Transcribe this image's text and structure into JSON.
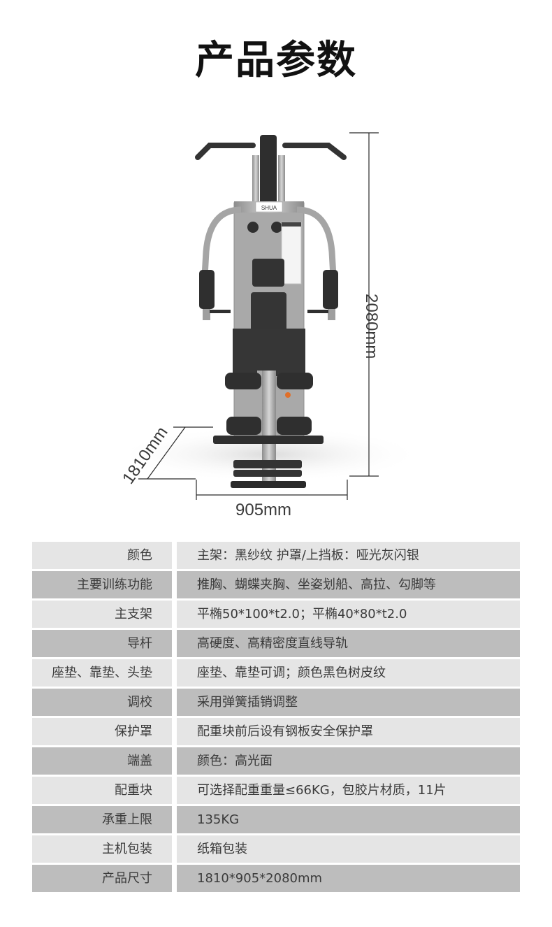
{
  "page": {
    "title": "产品参数"
  },
  "product_image": {
    "brand_logo": "SHUA",
    "dimensions": {
      "width": "905mm",
      "height": "2080mm",
      "depth": "1810mm"
    }
  },
  "specs": [
    {
      "label": "颜色",
      "value": "主架：黑纱纹  护罩/上挡板：哑光灰闪银",
      "shade": "light"
    },
    {
      "label": "主要训练功能",
      "value": "推胸、蝴蝶夹胸、坐姿划船、高拉、勾脚等",
      "shade": "dark"
    },
    {
      "label": "主支架",
      "value": "平椭50*100*t2.0；平椭40*80*t2.0",
      "shade": "light"
    },
    {
      "label": "导杆",
      "value": "高硬度、高精密度直线导轨",
      "shade": "dark"
    },
    {
      "label": "座垫、靠垫、头垫",
      "value": "座垫、靠垫可调；颜色黑色树皮纹",
      "shade": "light"
    },
    {
      "label": "调校",
      "value": "采用弹簧插销调整",
      "shade": "dark"
    },
    {
      "label": "保护罩",
      "value": "配重块前后设有钢板安全保护罩",
      "shade": "light"
    },
    {
      "label": "端盖",
      "value": "颜色：高光面",
      "shade": "dark"
    },
    {
      "label": "配重块",
      "value": "可选择配重重量≤66KG，包胶片材质，11片",
      "shade": "light"
    },
    {
      "label": "承重上限",
      "value": "135KG",
      "shade": "dark"
    },
    {
      "label": "主机包装",
      "value": "纸箱包装",
      "shade": "light"
    },
    {
      "label": "产品尺寸",
      "value": "1810*905*2080mm",
      "shade": "dark"
    }
  ],
  "colors": {
    "row_light": "#e5e5e5",
    "row_dark": "#bdbdbd",
    "text": "#3b3b3b",
    "accent_knob": "#e0702a"
  }
}
